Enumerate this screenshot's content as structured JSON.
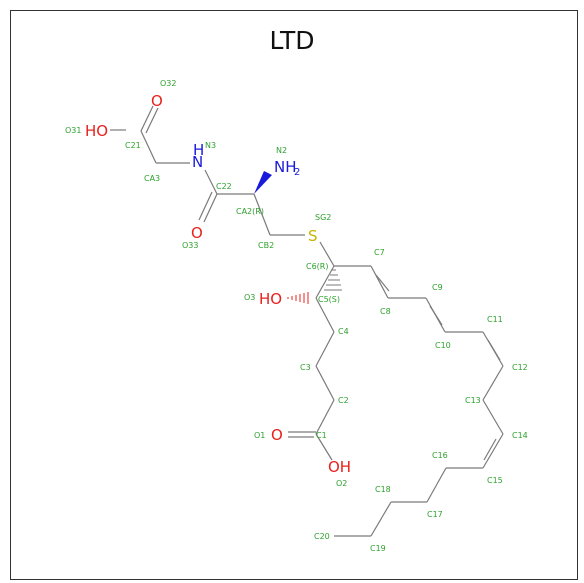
{
  "title": "LTD",
  "colors": {
    "bond": "#7a7a7a",
    "atom_label": "#2ea12e",
    "oxygen": "#e8201e",
    "nitrogen": "#1a1adc",
    "sulfur": "#c8b400"
  },
  "atom_labels": [
    {
      "id": "O32",
      "text": "O32"
    },
    {
      "id": "O31",
      "text": "O31"
    },
    {
      "id": "C21",
      "text": "C21"
    },
    {
      "id": "N3",
      "text": "N3"
    },
    {
      "id": "CA3",
      "text": "CA3"
    },
    {
      "id": "N2",
      "text": "N2"
    },
    {
      "id": "C22",
      "text": "C22"
    },
    {
      "id": "CA2",
      "text": "CA2(R)"
    },
    {
      "id": "SG2",
      "text": "SG2"
    },
    {
      "id": "O33",
      "text": "O33"
    },
    {
      "id": "CB2",
      "text": "CB2"
    },
    {
      "id": "C7",
      "text": "C7"
    },
    {
      "id": "C6",
      "text": "C6(R)"
    },
    {
      "id": "O3",
      "text": "O3"
    },
    {
      "id": "C5",
      "text": "C5(S)"
    },
    {
      "id": "C8",
      "text": "C8"
    },
    {
      "id": "C9",
      "text": "C9"
    },
    {
      "id": "C4",
      "text": "C4"
    },
    {
      "id": "C11",
      "text": "C11"
    },
    {
      "id": "C10",
      "text": "C10"
    },
    {
      "id": "C3",
      "text": "C3"
    },
    {
      "id": "C12",
      "text": "C12"
    },
    {
      "id": "C2",
      "text": "C2"
    },
    {
      "id": "C13",
      "text": "C13"
    },
    {
      "id": "O1",
      "text": "O1"
    },
    {
      "id": "C1",
      "text": "C1"
    },
    {
      "id": "C14",
      "text": "C14"
    },
    {
      "id": "O2",
      "text": "O2"
    },
    {
      "id": "C16",
      "text": "C16"
    },
    {
      "id": "C15",
      "text": "C15"
    },
    {
      "id": "C18",
      "text": "C18"
    },
    {
      "id": "C17",
      "text": "C17"
    },
    {
      "id": "C20",
      "text": "C20"
    },
    {
      "id": "C19",
      "text": "C19"
    }
  ],
  "element_symbols": {
    "O32": "O",
    "O31": "HO",
    "N3_N": "N",
    "N3_H": "H",
    "N2_N": "NH",
    "N2_sub": "2",
    "O33": "O",
    "SG2": "S",
    "O3": "HO",
    "O1": "O",
    "O2": "OH"
  }
}
